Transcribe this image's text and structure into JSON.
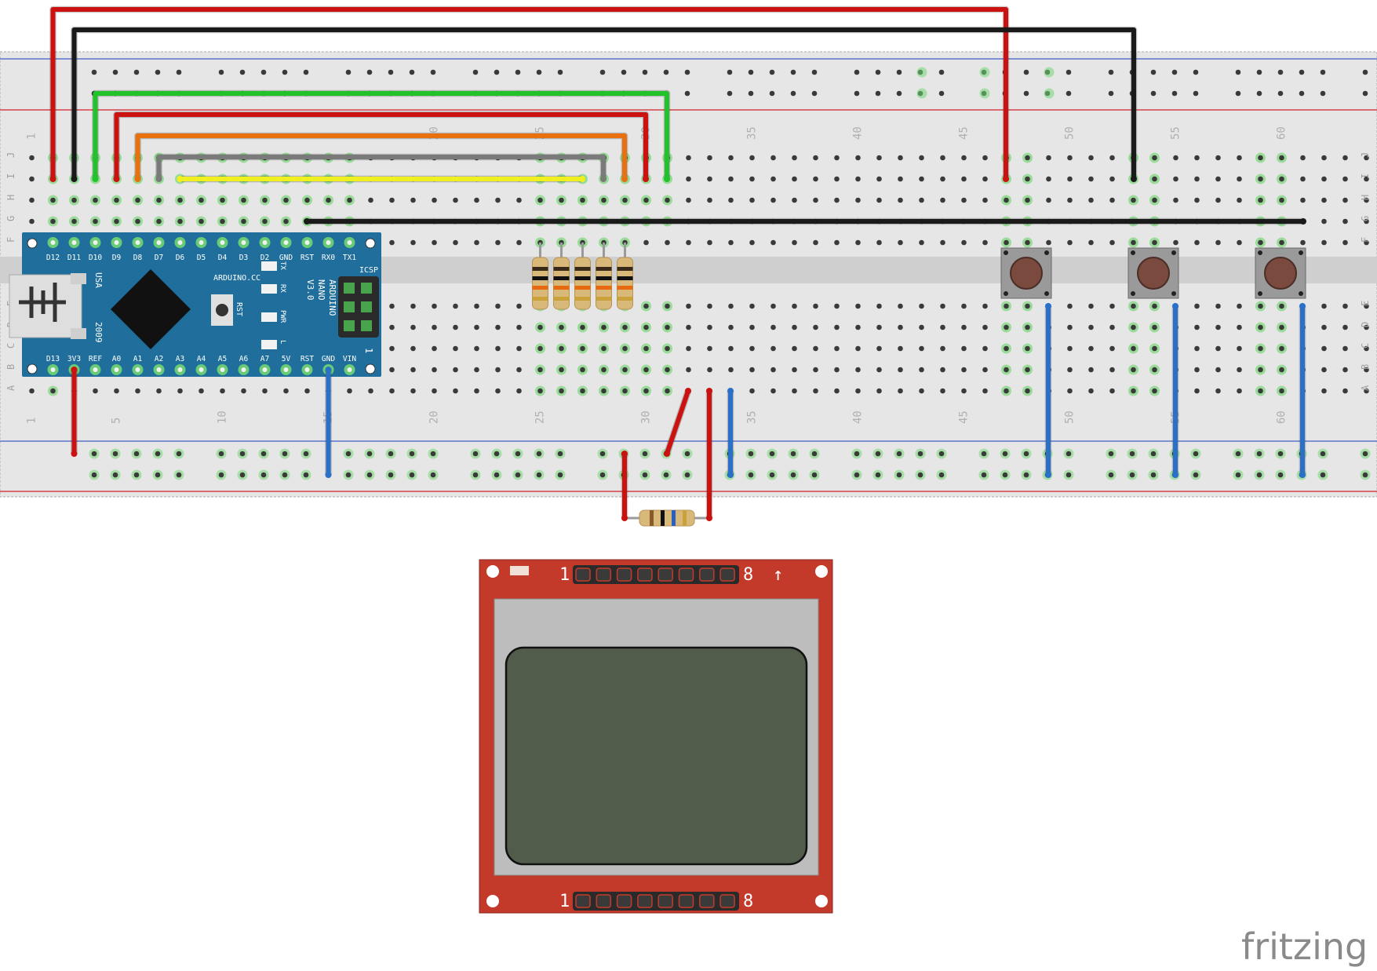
{
  "colors": {
    "board_bg": "#e8e8e8",
    "rail_red": "#d0202a",
    "rail_blue": "#3050c0",
    "hole": "#3a3a3a",
    "hole_connected": "#72d572",
    "nano_blue": "#1f6e9c",
    "lcd_red": "#c43a2a",
    "lcd_screen": "#525c4a",
    "wire_red": "#cc1111",
    "wire_black": "#1a1a1a",
    "wire_green": "#22c22a",
    "wire_orange": "#e8700f",
    "wire_gray": "#7a7a7a",
    "wire_yellow": "#f0f020",
    "wire_blue": "#2a70c8"
  },
  "breadboard": {
    "row_letters_top": [
      "J",
      "I",
      "H",
      "G",
      "F"
    ],
    "row_letters_bottom": [
      "E",
      "D",
      "C",
      "B",
      "A"
    ],
    "column_numbers": [
      "1",
      "5",
      "10",
      "15",
      "20",
      "25",
      "30",
      "35",
      "40",
      "45",
      "50",
      "55",
      "60"
    ]
  },
  "nano": {
    "top_pins": [
      "D12",
      "D11",
      "D10",
      "D9",
      "D8",
      "D7",
      "D6",
      "D5",
      "D4",
      "D3",
      "D2",
      "GND",
      "RST",
      "RX0",
      "TX1"
    ],
    "bottom_pins": [
      "D13",
      "3V3",
      "REF",
      "A0",
      "A1",
      "A2",
      "A3",
      "A4",
      "A5",
      "A6",
      "A7",
      "5V",
      "RST",
      "GND",
      "VIN"
    ],
    "brand": "ARDUINO.CC",
    "model_lines": [
      "ARDUINO",
      "NANO",
      "V3.0"
    ],
    "icsp": "ICSP",
    "leds": [
      "TX",
      "RX",
      "PWR",
      "L"
    ],
    "rst_label": "RST",
    "usa": "USA",
    "year": "2009",
    "icsp_pin": "1"
  },
  "lcd": {
    "pin_start": "1",
    "pin_end": "8",
    "arrow": "↑"
  },
  "footer": {
    "logo": "fritzing"
  }
}
